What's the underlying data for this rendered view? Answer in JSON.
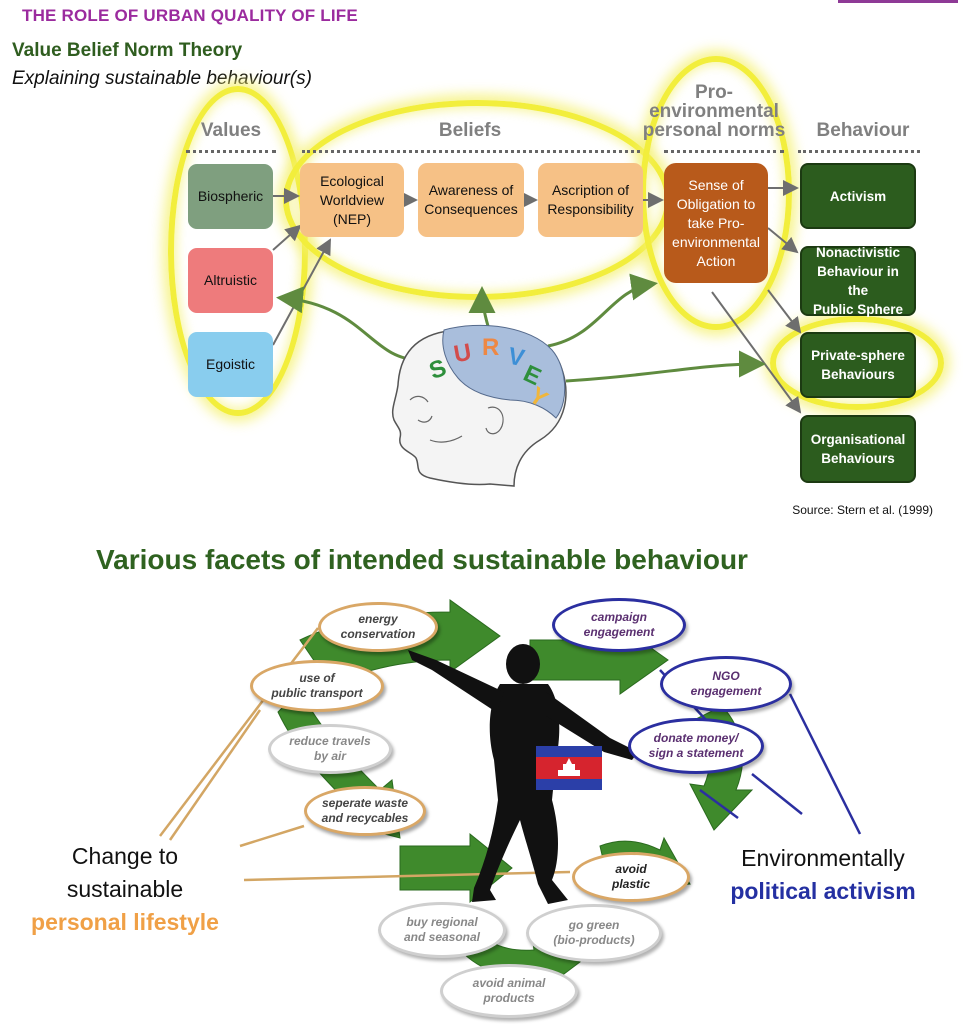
{
  "header": {
    "title": "THE ROLE OF URBAN QUALITY OF LIFE",
    "subtitle": "Value Belief Norm Theory",
    "subtitle2": "Explaining sustainable behaviour(s)"
  },
  "vbn": {
    "columns": {
      "values": "Values",
      "beliefs": "Beliefs",
      "norms_line1": "Pro-",
      "norms_line2": "environmental",
      "norms_line3": "personal norms",
      "behaviour": "Behaviour"
    },
    "values": {
      "biospheric": "Biospheric",
      "altruistic": "Altruistic",
      "egoistic": "Egoistic"
    },
    "beliefs": {
      "nep_l1": "Ecological",
      "nep_l2": "Worldview",
      "nep_l3": "(NEP)",
      "awareness_l1": "Awareness of",
      "awareness_l2": "Consequences",
      "ascription_l1": "Ascription of",
      "ascription_l2": "Responsibility"
    },
    "norm": {
      "l1": "Sense of",
      "l2": "Obligation to",
      "l3": "take  Pro-",
      "l4": "environmental",
      "l5": "Action"
    },
    "behaviours": {
      "activism": "Activism",
      "nonactivistic_l1": "Nonactivistic",
      "nonactivistic_l2": "Behaviour in the",
      "nonactivistic_l3": "Public Sphere",
      "private_l1": "Private-sphere",
      "private_l2": "Behaviours",
      "org_l1": "Organisational",
      "org_l2": "Behaviours"
    },
    "survey_letters": [
      "S",
      "U",
      "R",
      "V",
      "E",
      "Y"
    ],
    "source": "Source: Stern et al. (1999)"
  },
  "facets": {
    "title": "Various facets of intended sustainable behaviour",
    "ovals": {
      "energy_l1": "energy",
      "energy_l2": "conservation",
      "transport_l1": "use of",
      "transport_l2": "public transport",
      "travel_l1": "reduce travels",
      "travel_l2": "by air",
      "waste_l1": "seperate waste",
      "waste_l2": "and recycables",
      "regional_l1": "buy regional",
      "regional_l2": "and seasonal",
      "animal_l1": "avoid animal",
      "animal_l2": "products",
      "green_l1": "go green",
      "green_l2": "(bio-products)",
      "plastic_l1": "avoid",
      "plastic_l2": "plastic",
      "campaign_l1": "campaign",
      "campaign_l2": "engagement",
      "ngo_l1": "NGO",
      "ngo_l2": "engagement",
      "donate_l1": "donate money/",
      "donate_l2": "sign a statement"
    },
    "left_l1": "Change to",
    "left_l2": "sustainable",
    "left_l3": "personal lifestyle",
    "right_l1": "Environmentally",
    "right_l2": "political activism"
  },
  "colors": {
    "title_purple": "#9b2b9e",
    "dark_green": "#2c5c1e",
    "glow_yellow": "#f2ee3c",
    "orange_text": "#f0a046",
    "blue_text": "#2430a2"
  }
}
